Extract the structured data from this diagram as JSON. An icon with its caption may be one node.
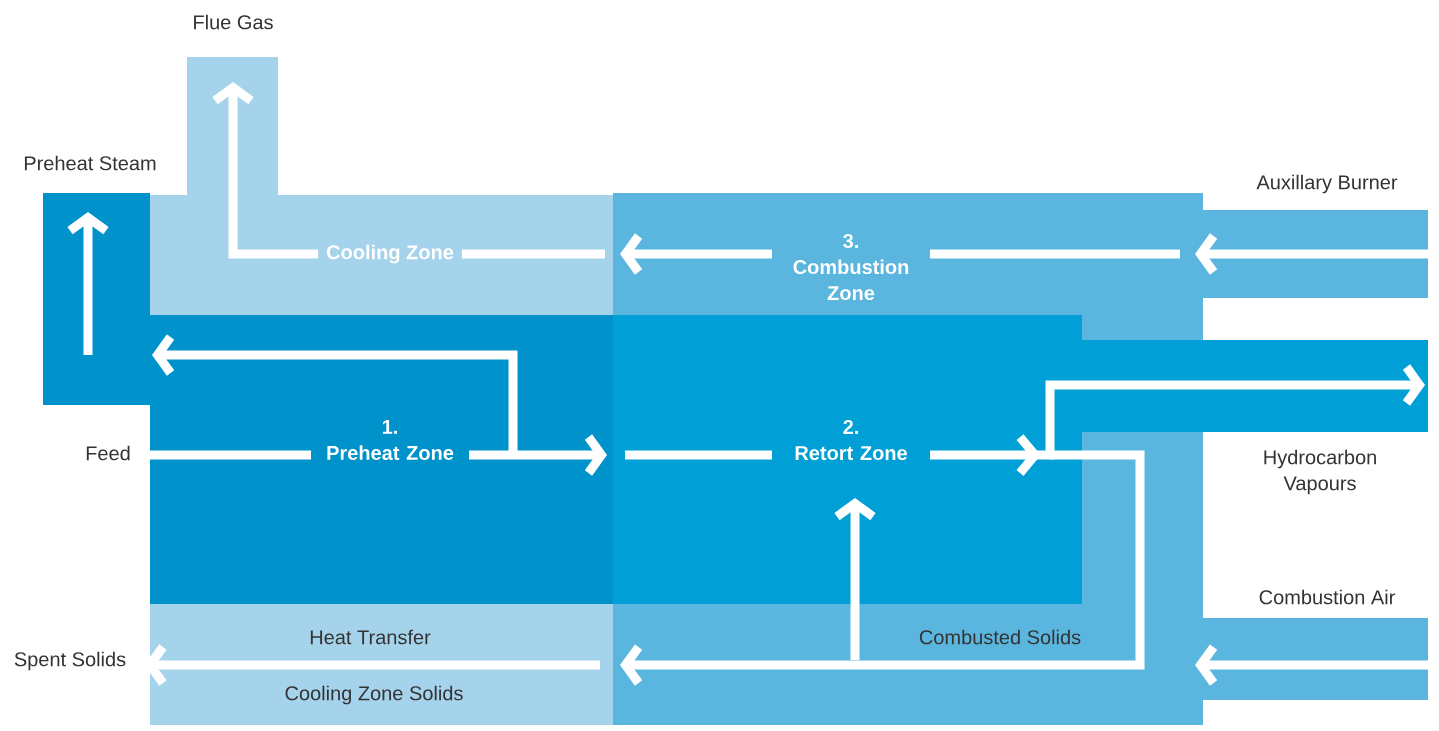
{
  "diagram": {
    "nodes": [
      {
        "text": [
          "Flue Gas"
        ]
      },
      {
        "text": [
          "Preheat Steam"
        ]
      },
      {
        "text": [
          "Cooling Zone"
        ]
      },
      {
        "text": [
          "3.",
          "Combustion Zone"
        ]
      },
      {
        "text": [
          "Auxillary Burner"
        ]
      },
      {
        "text": [
          "Feed"
        ]
      },
      {
        "text": [
          "1.",
          "Preheat Zone"
        ]
      },
      {
        "text": [
          "2.",
          "Retort Zone"
        ]
      },
      {
        "text": [
          "Hydrocarbon Vapours"
        ]
      },
      {
        "text": [
          "Combustion Air"
        ]
      },
      {
        "text": [
          "Spent Solids"
        ]
      },
      {
        "text": [
          "Heat Transfer",
          "Cooling Zone Solids"
        ]
      },
      {
        "text": [
          "Combusted Solids"
        ]
      }
    ],
    "edges": [
      {
        "from": 4,
        "to": 3,
        "arrow": "to"
      },
      {
        "from": 3,
        "to": 2,
        "arrow": "to"
      },
      {
        "from": 2,
        "to": 0,
        "arrow": "to"
      },
      {
        "from": 6,
        "to": 1,
        "arrow": "to"
      },
      {
        "from": 5,
        "to": 6,
        "arrow": "none"
      },
      {
        "from": 6,
        "to": 7,
        "arrow": "to"
      },
      {
        "from": 7,
        "to": 8,
        "arrow": "to"
      },
      {
        "from": 7,
        "to": 12,
        "arrow": "none"
      },
      {
        "from": 12,
        "to": 11,
        "arrow": "to"
      },
      {
        "from": 12,
        "to": 7,
        "arrow": "to"
      },
      {
        "from": 9,
        "to": 12,
        "arrow": "to"
      },
      {
        "from": 11,
        "to": 10,
        "arrow": "to"
      }
    ]
  }
}
